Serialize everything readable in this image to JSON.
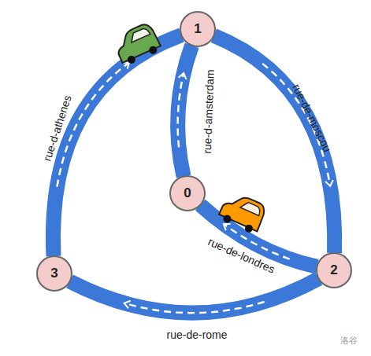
{
  "diagram": {
    "nodes": [
      {
        "text": [
          "0"
        ]
      },
      {
        "text": [
          "1"
        ]
      },
      {
        "text": [
          "2"
        ]
      },
      {
        "text": [
          "3"
        ]
      }
    ],
    "edges": [
      {
        "from": 0,
        "to": 1,
        "arrow": "to",
        "label": "rue-d-amsterdam"
      },
      {
        "from": 1,
        "to": 2,
        "arrow": "to",
        "label": "rue-de-moscou"
      },
      {
        "from": 2,
        "to": 0,
        "arrow": "to",
        "label": "rue-de-londres"
      },
      {
        "from": 2,
        "to": 3,
        "arrow": "to",
        "label": "rue-de-rome"
      },
      {
        "from": 3,
        "to": 1,
        "arrow": "to",
        "label": "rue-d-athenes"
      }
    ],
    "labels": [
      "洛谷"
    ]
  }
}
